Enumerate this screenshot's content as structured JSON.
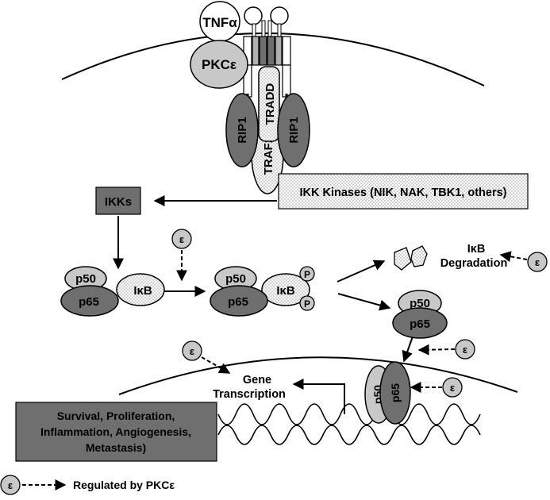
{
  "labels": {
    "tnf": "TNFα",
    "pkc": "PKCε",
    "tradd": "TRADD",
    "traf2": "TRAF2",
    "rip1": "RIP1",
    "ikk_kinases": "IKK Kinases (NIK, NAK, TBK1, others)",
    "ikks": "IKKs",
    "p50": "p50",
    "p65": "p65",
    "ikb": "IκB",
    "phospho": "P",
    "epsilon": "ε",
    "ikb_deg_line1": "IκB",
    "ikb_deg_line2": "Degradation",
    "gene_line1": "Gene",
    "gene_line2": "Transcription",
    "outcome_line1": "Survival, Proliferation,",
    "outcome_line2": "Inflammation, Angiogenesis,",
    "outcome_line3": "Metastasis)",
    "legend": "Regulated by PKCε"
  },
  "colors": {
    "dark_gray": "#6f6f6f",
    "medium_gray": "#8c8c8c",
    "light_gray": "#c8c8c8",
    "stipple": "#e8e8e8"
  }
}
